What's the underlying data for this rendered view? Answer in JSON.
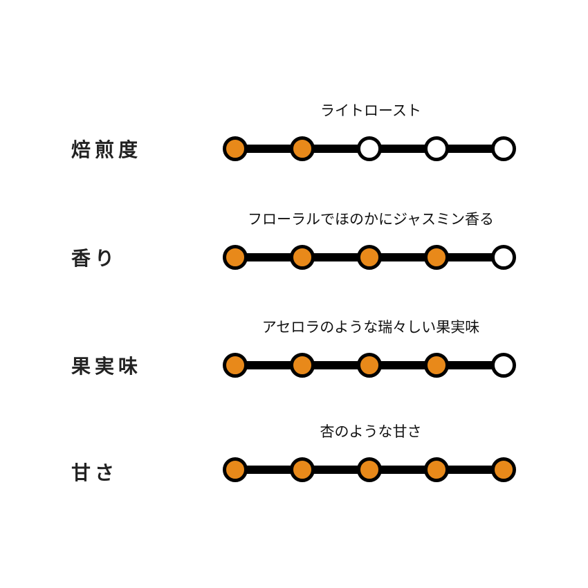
{
  "colors": {
    "filled": "#e8891a",
    "empty": "#ffffff",
    "line": "#000000"
  },
  "max_level": 5,
  "attributes": [
    {
      "label": "焙煎度",
      "description": "ライトロースト",
      "level": 2
    },
    {
      "label": "香り",
      "description": "フローラルでほのかにジャスミン香る",
      "level": 4
    },
    {
      "label": "果実味",
      "description": "アセロラのような瑞々しい果実味",
      "level": 4
    },
    {
      "label": "甘さ",
      "description": "杏のような甘さ",
      "level": 5
    }
  ]
}
